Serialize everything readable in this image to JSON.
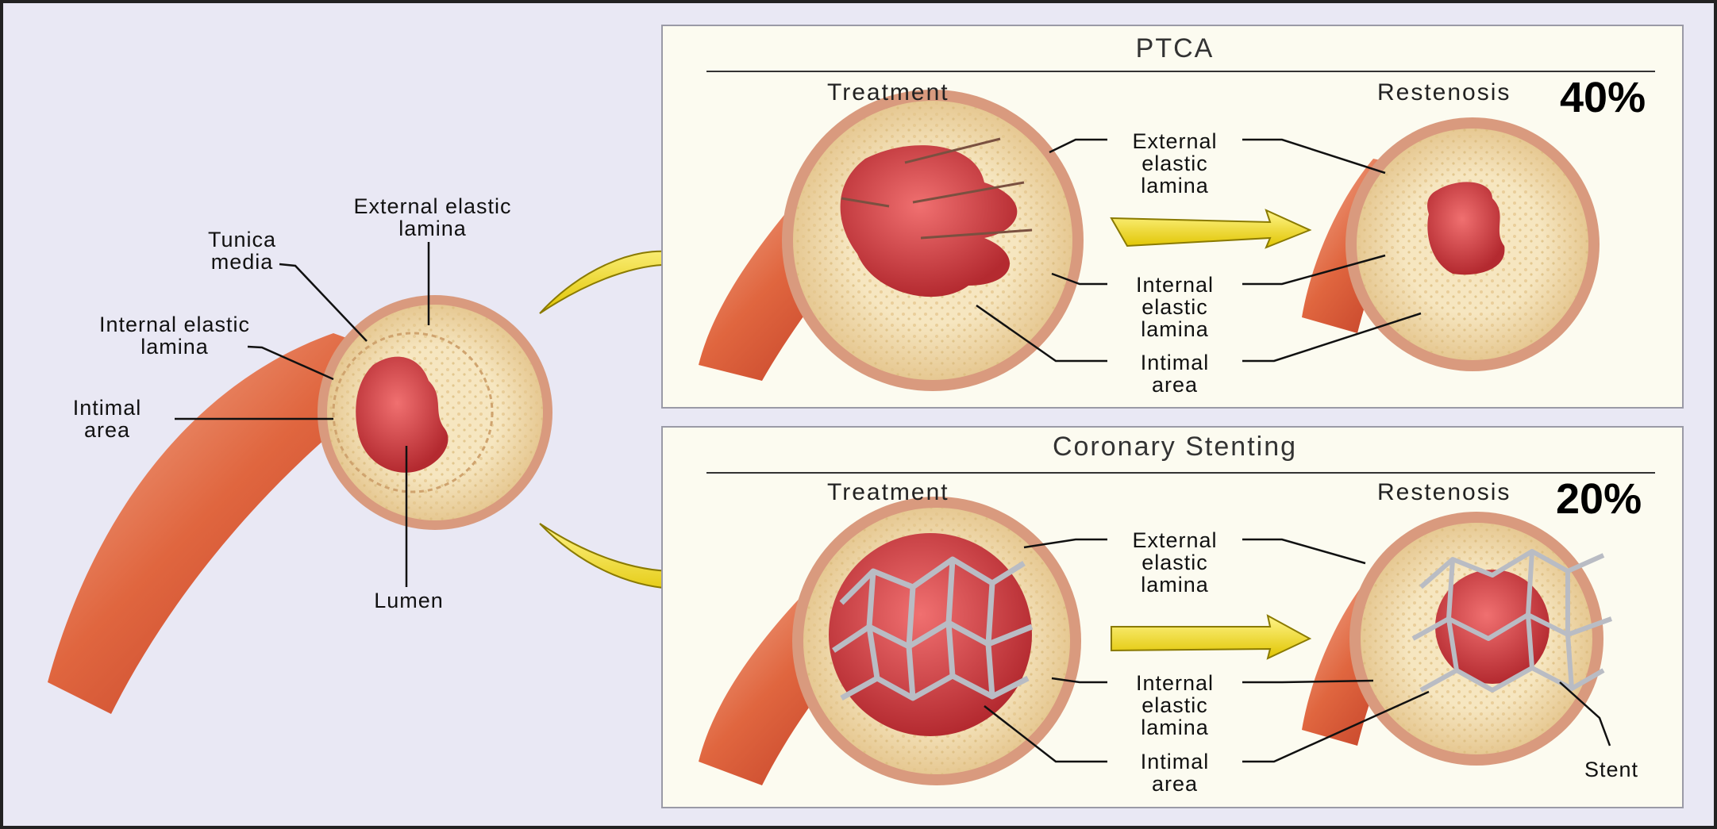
{
  "left_figure": {
    "external_elastic_lamina": "External elastic\nlamina",
    "tunica_media": "Tunica\nmedia",
    "internal_elastic_lamina": "Internal elastic\nlamina",
    "intimal_area": "Intimal\narea",
    "lumen": "Lumen"
  },
  "ptca": {
    "title": "PTCA",
    "treatment": "Treatment",
    "restenosis": "Restenosis",
    "percent": "40%",
    "external_elastic_lamina": "External\nelastic\nlamina",
    "internal_elastic_lamina": "Internal\nelastic\nlamina",
    "intimal_area": "Intimal\narea"
  },
  "stenting": {
    "title": "Coronary Stenting",
    "treatment": "Treatment",
    "restenosis": "Restenosis",
    "percent": "20%",
    "external_elastic_lamina": "External\nelastic\nlamina",
    "internal_elastic_lamina": "Internal\nelastic\nlamina",
    "intimal_area": "Intimal\narea",
    "stent": "Stent"
  },
  "colors": {
    "background": "#e9e8f4",
    "panel": "#fcfbf0",
    "vessel": "#d9553a",
    "wall": "#eed9a8",
    "lumen": "#c9373d",
    "arrow": "#f2e21a",
    "stent": "#b9bcc4"
  }
}
